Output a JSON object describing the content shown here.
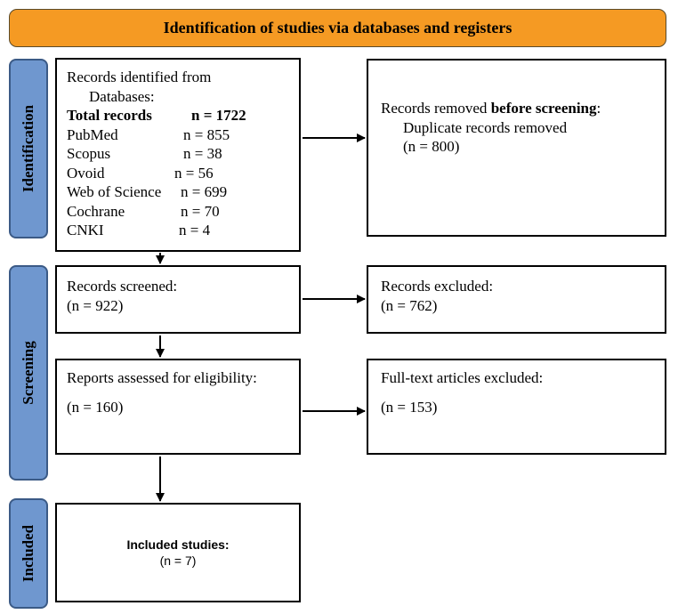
{
  "header": {
    "title": "Identification of studies via databases and registers"
  },
  "phases": {
    "identification": "Identification",
    "screening": "Screening",
    "included": "Included"
  },
  "records_identified": {
    "line1": "Records identified from",
    "line2": "Databases:",
    "total_label": "Total records",
    "total_value": "n = 1722",
    "sources": [
      {
        "name": "PubMed",
        "n": "n = 855"
      },
      {
        "name": "Scopus",
        "n": "n = 38"
      },
      {
        "name": "Ovoid",
        "n": "n = 56"
      },
      {
        "name": "Web of Science",
        "n": "n = 699"
      },
      {
        "name": "Cochrane",
        "n": "n = 70"
      },
      {
        "name": "CNKI",
        "n": "n = 4"
      }
    ]
  },
  "records_removed": {
    "prefix": "Records removed ",
    "bold": "before screening",
    "suffix": ":",
    "line2": "Duplicate records removed",
    "line3": "(n = 800)"
  },
  "records_screened": {
    "line1": "Records screened:",
    "line2": "(n = 922)"
  },
  "records_excluded": {
    "line1": "Records excluded:",
    "line2": "(n = 762)"
  },
  "reports_assessed": {
    "line1": "Reports assessed for eligibility:",
    "line2": "(n = 160)"
  },
  "fulltext_excluded": {
    "line1": "Full-text articles excluded:",
    "line2": "(n = 153)"
  },
  "included_studies": {
    "line1": "Included studies:",
    "line2": "(n = 7)"
  }
}
